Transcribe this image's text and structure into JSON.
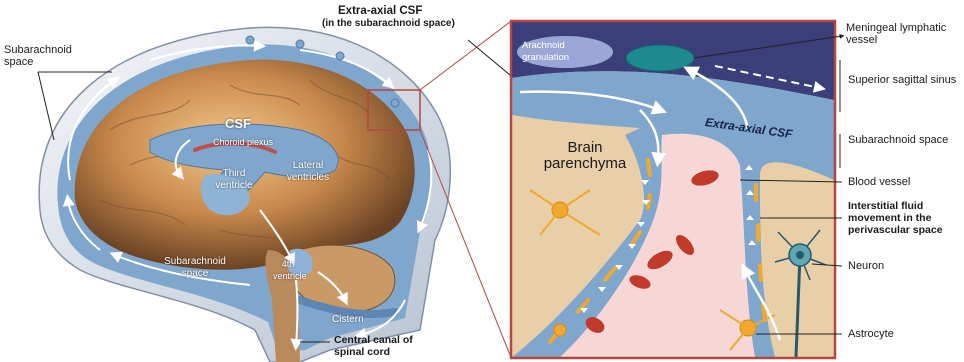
{
  "left_panel": {
    "extra_axial_title": "Extra-axial CSF",
    "extra_axial_subtitle": "(in the subarachnoid space)",
    "subarachnoid_space_top": "Subarachnoid space",
    "subarachnoid_space_lower": "Subarachnoid space",
    "csf": "CSF",
    "choroid_plexus": "Choroid plexus",
    "third_ventricle": "Third ventricle",
    "lateral_ventricles": "Lateral ventricles",
    "fourth_ventricle": "4th ventricle",
    "cistern": "Cistern",
    "central_canal": "Central canal of spinal cord"
  },
  "right_panel": {
    "arachnoid_granulation": "Arachnoid granulation",
    "brain_parenchyma": "Brain parenchyma",
    "extra_axial_csf": "Extra-axial CSF"
  },
  "callouts": {
    "meningeal_lymphatic": "Meningeal lymphatic vessel",
    "superior_sagittal_sinus": "Superior sagittal sinus",
    "subarachnoid_space": "Subarachnoid space",
    "blood_vessel": "Blood vessel",
    "interstitial_fluid": "Interstitial fluid movement in the perivascular space",
    "neuron": "Neuron",
    "astrocyte": "Astrocyte"
  },
  "colors": {
    "csf_blue": "#7fa6cc",
    "brain_tissue": "#e9cfa8",
    "vessel_pink": "#f6d7d6",
    "sinus_purple": "#3a3f79",
    "lymphatic_teal": "#1d8a8f",
    "frame_red": "#b3463f",
    "astrocyte_orange": "#f0a92e"
  }
}
